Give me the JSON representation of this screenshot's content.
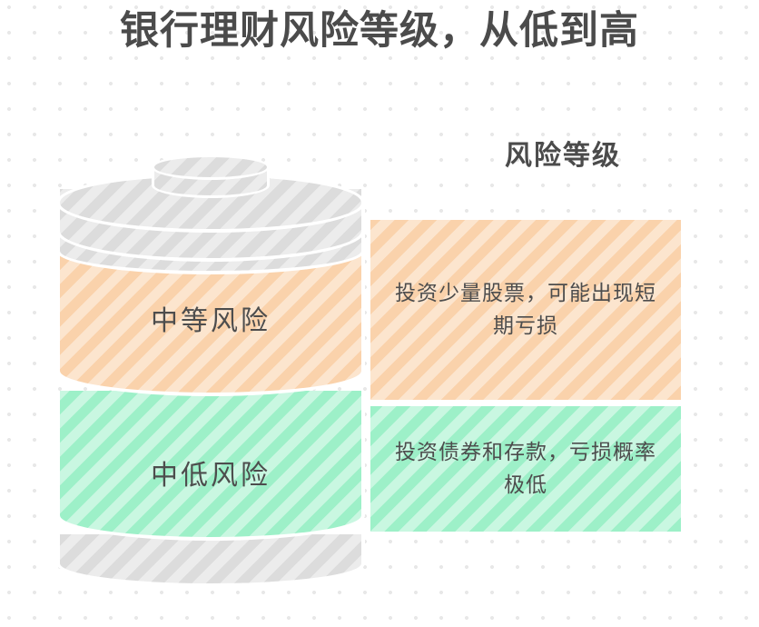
{
  "title": "银行理财风险等级，从低到高",
  "legend": {
    "caption": "风险等级"
  },
  "chart_data": {
    "type": "bar",
    "title": "银行理财风险等级，从低到高",
    "subtitle": "风险等级",
    "orientation": "vertical-cylinder-stack",
    "categories": [
      "中等风险",
      "中低风险"
    ],
    "series": [
      {
        "name": "风险等级",
        "values": [
          2,
          1
        ]
      }
    ],
    "annotations": [
      "投资少量股票，可能出现短期亏损",
      "投资债券和存款，亏损概率极低"
    ],
    "colors": [
      "#fad2ab",
      "#9df0c8"
    ],
    "grid": false,
    "legend_position": "top-right",
    "xlabel": "",
    "ylabel": ""
  },
  "cylinder": {
    "segments": [
      {
        "id": "cap",
        "label": "",
        "color": "#dcdcdc",
        "kind": "cap"
      },
      {
        "id": "top-disc",
        "label": "",
        "color": "#dcdcdc",
        "kind": "disc"
      },
      {
        "id": "orange",
        "label": "中等风险",
        "color": "#fad2ab",
        "kind": "segment"
      },
      {
        "id": "green",
        "label": "中低风险",
        "color": "#9df0c8",
        "kind": "segment"
      },
      {
        "id": "base",
        "label": "",
        "color": "#dcdcdc",
        "kind": "base"
      }
    ]
  },
  "panels": [
    {
      "id": "medium-risk",
      "text": "投资少量股票，可能出现短期亏损",
      "color": "#fad2ab",
      "linked_label": "中等风险"
    },
    {
      "id": "medium-low-risk",
      "text": "投资债券和存款，亏损概率极低",
      "color": "#9df0c8",
      "linked_label": "中低风险"
    }
  ],
  "theme": {
    "background": "#ffffff",
    "dot_color": "#e8e8e8",
    "text_color": "#4d4d4d",
    "stripe_color": "#ffffff"
  }
}
